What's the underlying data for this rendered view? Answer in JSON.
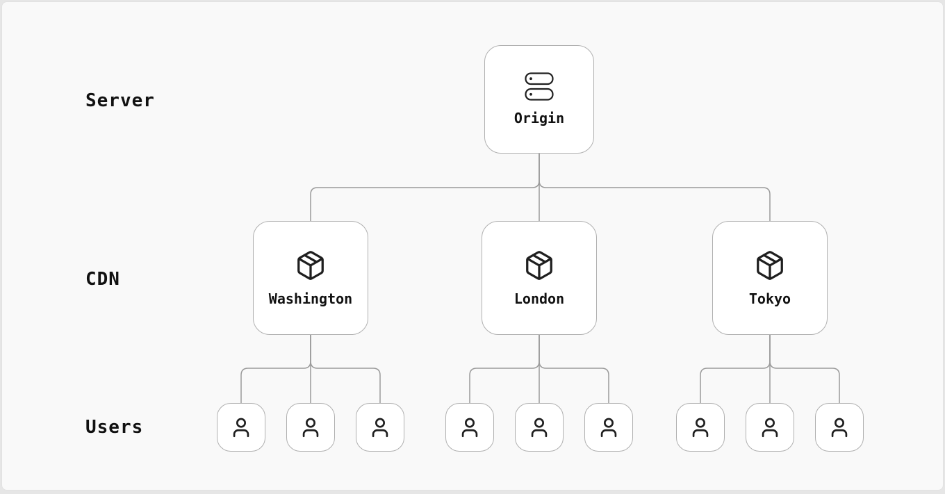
{
  "row_labels": {
    "server": "Server",
    "cdn": "CDN",
    "users": "Users"
  },
  "nodes": {
    "origin": {
      "label": "Origin",
      "icon": "server-icon",
      "row": "Server"
    },
    "cdn_nodes": [
      {
        "label": "Washington",
        "icon": "package-icon",
        "row": "CDN",
        "connected_from": "Origin",
        "users": 3
      },
      {
        "label": "London",
        "icon": "package-icon",
        "row": "CDN",
        "connected_from": "Origin",
        "users": 3
      },
      {
        "label": "Tokyo",
        "icon": "package-icon",
        "row": "CDN",
        "connected_from": "Origin",
        "users": 3
      }
    ],
    "user_tiles": {
      "icon": "user-icon",
      "count": 9
    }
  },
  "colors": {
    "background": "#f9f9f9",
    "frame": "#e6e6e6",
    "node_background": "#ffffff",
    "node_border": "#b0b0b0",
    "line": "#9a9a9a",
    "icon": "#1f1f1f",
    "text": "#111111"
  }
}
